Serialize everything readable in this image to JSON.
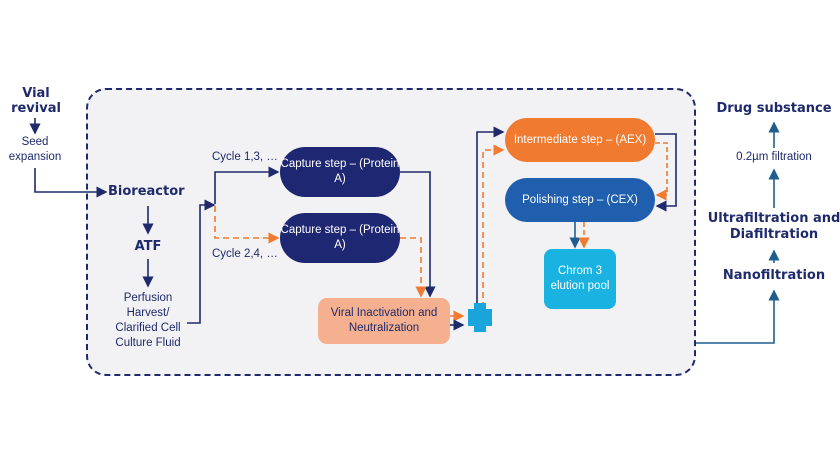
{
  "colors": {
    "navy": "#1f2a6b",
    "capture": "#1e2772",
    "intermediate": "#f07a2f",
    "polishing": "#1f5fad",
    "pool": "#1ab2e0",
    "viral": "#f5b08f",
    "connector": "#1aa4dc",
    "dashed_arrow": "#f07a2f",
    "panel_bg": "#f2f2f4"
  },
  "upstream": {
    "vial_revival": "Vial revival",
    "seed_expansion": "Seed expansion",
    "bioreactor": "Bioreactor",
    "atf": "ATF",
    "harvest": "Perfusion Harvest/ Clarified Cell Culture Fluid"
  },
  "capture": {
    "cycle_odd": "Cycle 1,3, …",
    "cycle_even": "Cycle 2,4, …",
    "step1": "Capture step – (Protein A)",
    "step2": "Capture step – (Protein A)"
  },
  "viral": {
    "label": "Viral Inactivation and Neutralization"
  },
  "polishing": {
    "intermediate": "Intermediate step – (AEX)",
    "polish": "Polishing step – (CEX)",
    "pool": "Chrom 3 elution pool"
  },
  "downstream": {
    "drug_substance": "Drug substance",
    "filtration": "0.2µm filtration",
    "ufdf": "Ultrafiltration and Diafiltration",
    "nanofiltration": "Nanofiltration"
  }
}
